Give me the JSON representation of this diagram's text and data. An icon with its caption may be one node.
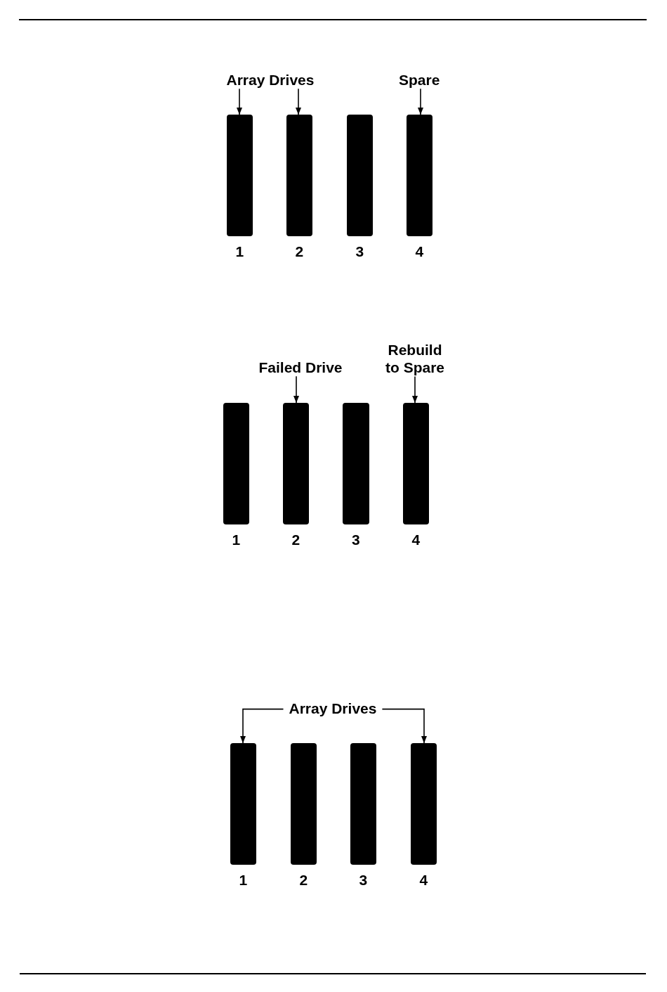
{
  "diagram": {
    "nodes": [
      {
        "text": [
          "Array Drives"
        ]
      },
      {
        "text": [
          "Spare"
        ]
      },
      {
        "text": [],
        "shape": "bar",
        "beside": [
          "1"
        ]
      },
      {
        "text": [],
        "shape": "bar",
        "beside": [
          "2"
        ]
      },
      {
        "text": [],
        "shape": "bar",
        "beside": [
          "3"
        ]
      },
      {
        "text": [],
        "shape": "bar",
        "beside": [
          "4"
        ]
      },
      {
        "text": [
          "Failed Drive"
        ]
      },
      {
        "text": [
          "Rebuild to Spare"
        ]
      },
      {
        "text": [],
        "shape": "bar",
        "beside": [
          "1"
        ]
      },
      {
        "text": [],
        "shape": "bar",
        "beside": [
          "2"
        ]
      },
      {
        "text": [],
        "shape": "bar",
        "beside": [
          "3"
        ]
      },
      {
        "text": [],
        "shape": "bar",
        "beside": [
          "4"
        ]
      },
      {
        "text": [
          "Array Drives"
        ]
      },
      {
        "text": [],
        "shape": "bar",
        "beside": [
          "1"
        ]
      },
      {
        "text": [],
        "shape": "bar",
        "beside": [
          "2"
        ]
      },
      {
        "text": [],
        "shape": "bar",
        "beside": [
          "3"
        ]
      },
      {
        "text": [],
        "shape": "bar",
        "beside": [
          "4"
        ]
      }
    ],
    "edges": [
      {
        "from": 0,
        "to": 2,
        "arrow": "to"
      },
      {
        "from": 0,
        "to": 3,
        "arrow": "to"
      },
      {
        "from": 1,
        "to": 5,
        "arrow": "to"
      },
      {
        "from": 6,
        "to": 9,
        "arrow": "to"
      },
      {
        "from": 7,
        "to": 11,
        "arrow": "to"
      },
      {
        "from": 12,
        "to": 13,
        "arrow": "to"
      },
      {
        "from": 12,
        "to": 16,
        "arrow": "to"
      }
    ]
  }
}
